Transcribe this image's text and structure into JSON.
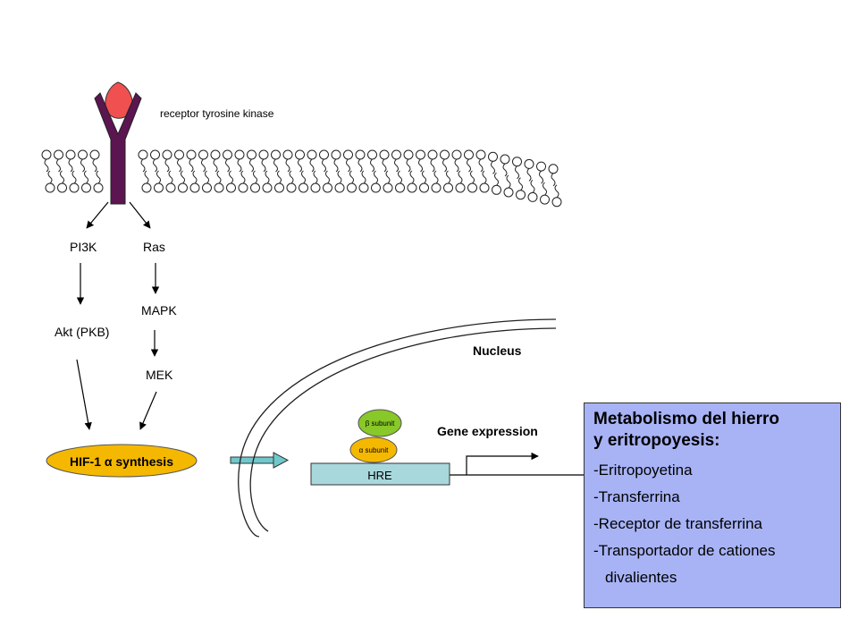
{
  "diagram": {
    "receptor_label": "receptor tyrosine kinase",
    "pi3k": "PI3K",
    "ras": "Ras",
    "mapk": "MAPK",
    "akt": "Akt (PKB)",
    "mek": "MEK",
    "hif_prefix": "HIF-1",
    "hif_alpha": "α",
    "hif_suffix": "synthesis",
    "nucleus": "Nucleus",
    "gene_expression": "Gene expression",
    "hre": "HRE",
    "beta_subunit": "β subunit",
    "alpha_subunit": "α subunit"
  },
  "colors": {
    "receptor": "#5b1550",
    "ligand": "#f05050",
    "hif_oval": "#f5b800",
    "beta_oval": "#88c828",
    "alpha_oval": "#f5b800",
    "hre_box": "#a8d8dc",
    "arrow_teal": "#70c8cc",
    "info_box": "#a8b3f6"
  },
  "info_box": {
    "title_line1": "Metabolismo del hierro",
    "title_line2": "y eritropoyesis:",
    "items": [
      "-Eritropoyetina",
      "-Transferrina",
      "-Receptor de transferrina",
      "-Transportador de cationes"
    ],
    "continuation": "divalientes"
  }
}
